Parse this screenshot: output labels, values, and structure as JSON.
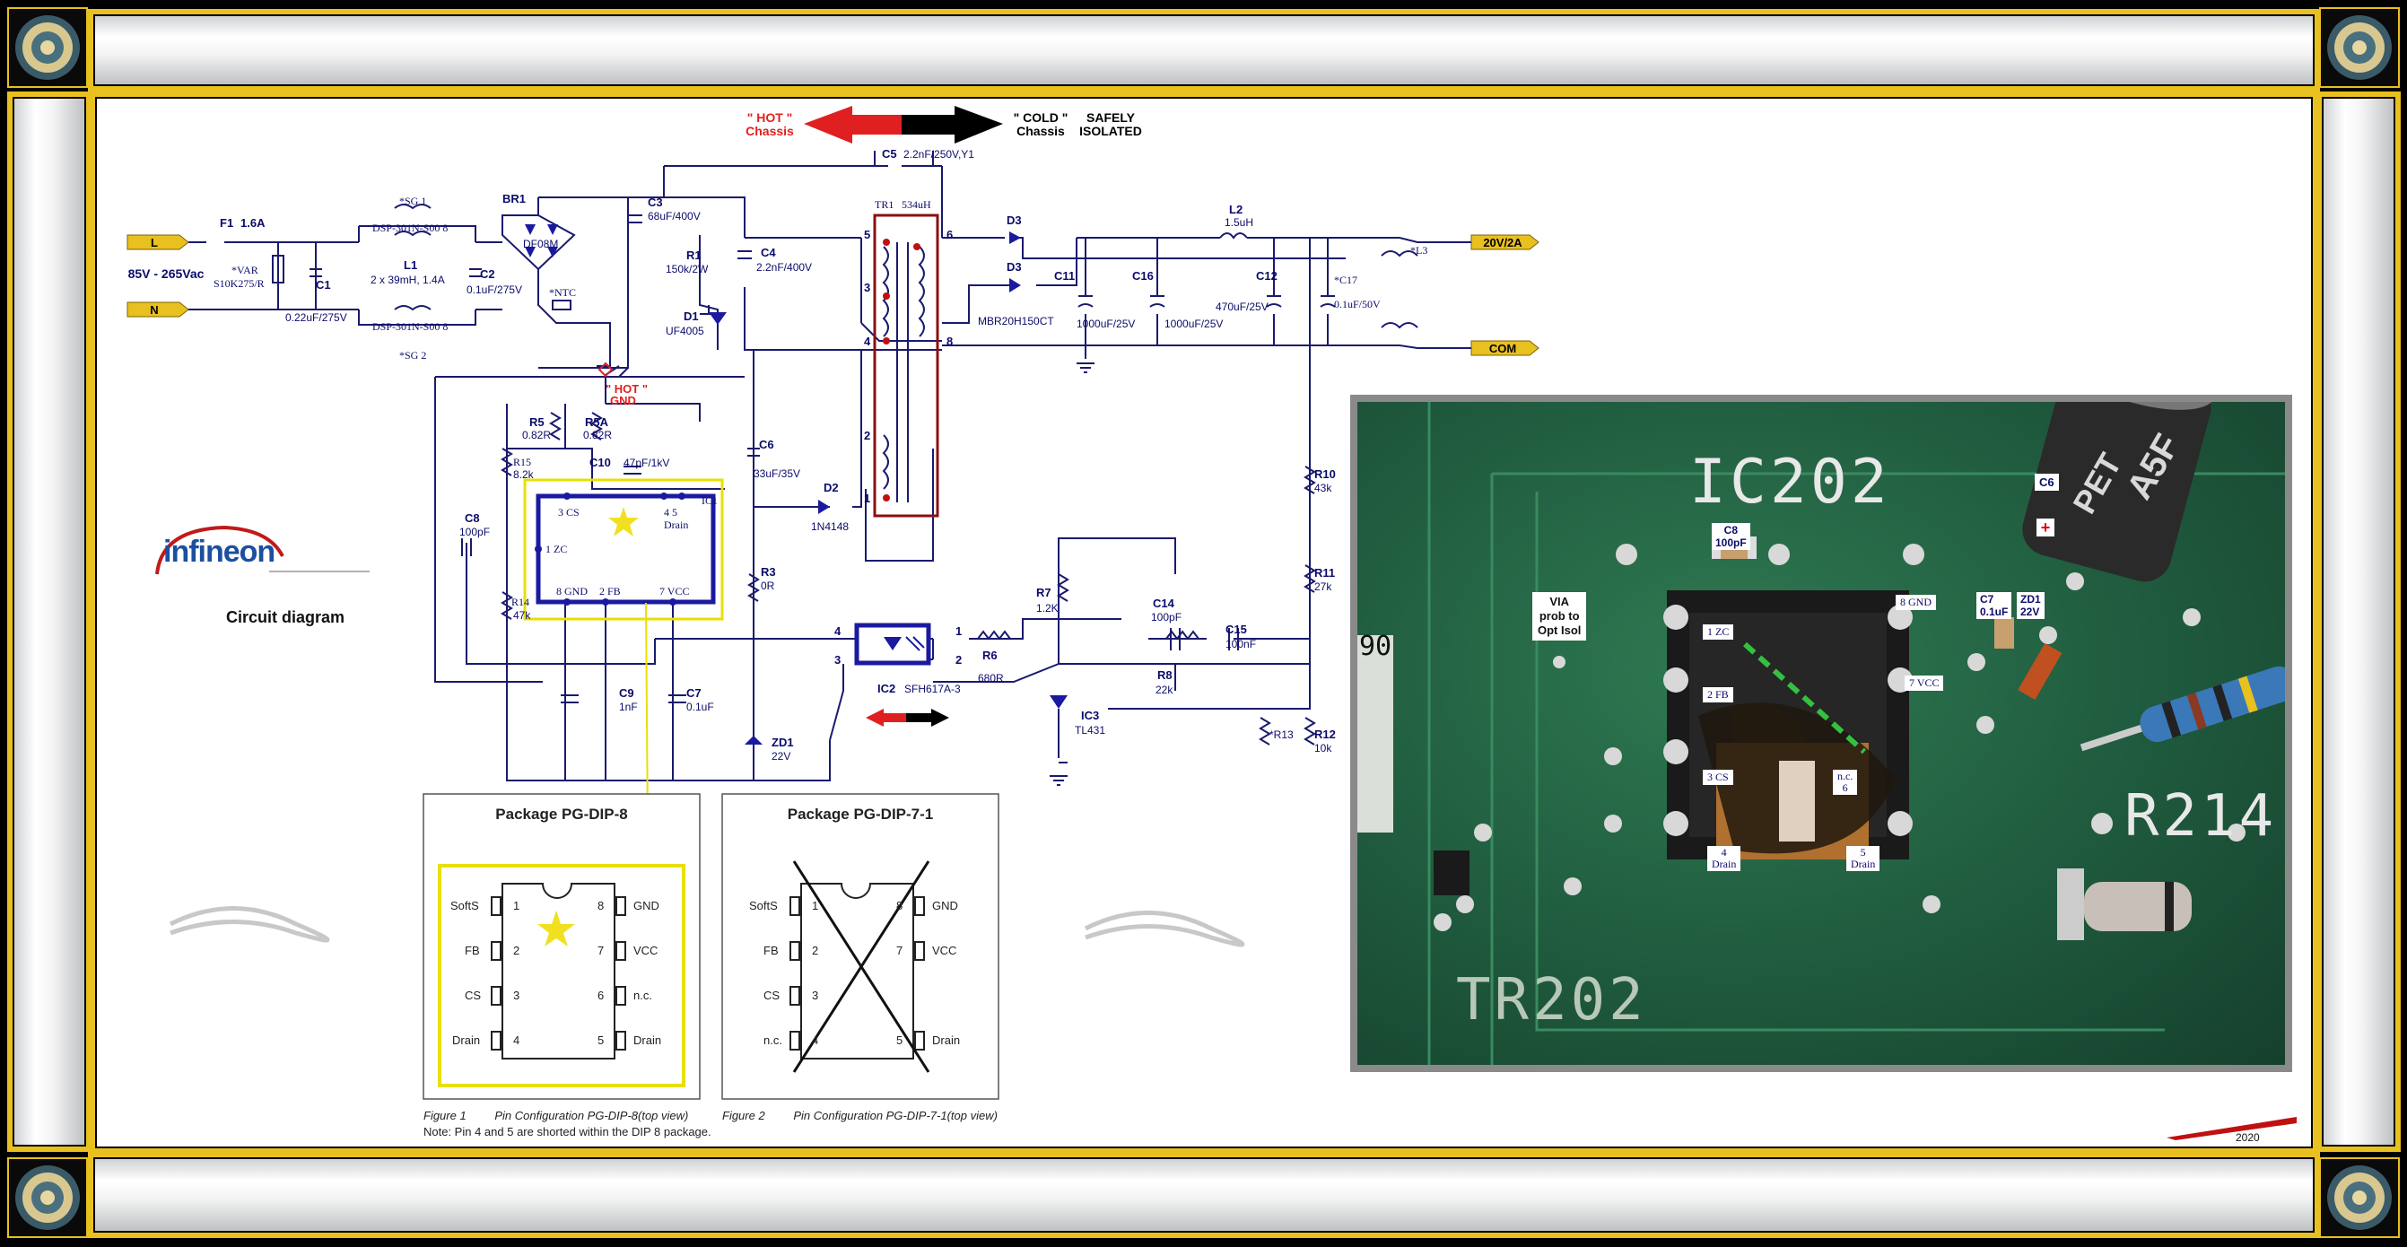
{
  "brand": {
    "logo_text": "infineon",
    "subtitle": "Circuit diagram"
  },
  "header": {
    "hot_chassis": "\" HOT \"\nChassis",
    "cold_chassis": "\" COLD \"\nChassis",
    "isolated": "SAFELY\nISOLATED"
  },
  "input": {
    "voltage": "85V - 265Vac",
    "line": "L",
    "neutral": "N"
  },
  "output": {
    "v": "20V/2A",
    "com": "COM"
  },
  "components": {
    "f1": "F1",
    "f1v": "1.6A",
    "var": "*VAR",
    "var2": "S10K275/R",
    "c1": "C1",
    "c1v": "0.22uF/275V",
    "sg1": "*SG 1",
    "sg2": "*SG 2",
    "dsp1": "DSP-301N-S00 8",
    "dsp2": "DSP-301N-S00 8",
    "l1": "L1",
    "l1v": "2 x 39mH, 1.4A",
    "c2": "C2",
    "c2v": "0.1uF/275V",
    "br1": "BR1",
    "br1v": "DF08M",
    "ntc": "*NTC",
    "c3": "C3",
    "c3v": "68uF/400V",
    "r1": "R1",
    "r1v": "150k/2W",
    "c4": "C4",
    "c4v": "2.2nF/400V",
    "d1": "D1",
    "d1v": "UF4005",
    "hotgnd": "\" HOT \"\nGND",
    "c5": "C5",
    "c5v": "2.2nF/250V,Y1",
    "tr1": "TR1",
    "tr1v": "534uH",
    "d3": "D3",
    "d3b": "D3",
    "d3v": "MBR20H150CT",
    "c11": "C11",
    "c11v": "1000uF/25V",
    "c16": "C16",
    "c16v": "1000uF/25V",
    "l2": "L2",
    "l2v": "1.5uH",
    "c12": "C12",
    "c12v": "470uF/25V",
    "c17": "*C17",
    "c17v": "0.1uF/50V",
    "l3": "*L3",
    "r5": "R5",
    "r5v": "0.82R",
    "r5a": "R5A",
    "r5av": "0.82R",
    "r15": "R15",
    "r15v": "8.2k",
    "c10": "C10",
    "c10v": "47pF/1kV",
    "c6": "C6",
    "c6v": "33uF/35V",
    "d2": "D2",
    "d2v": "1N4148",
    "c8": "C8",
    "c8v": "100pF",
    "ic1": "IC1",
    "pin_cs": "3  CS",
    "pin_drain": "4    5\nDrain",
    "pin_zc": "1  ZC",
    "pin_gnd": "8  GND",
    "pin_fb": "2  FB",
    "pin_vcc": "7  VCC",
    "r14": "R14",
    "r14v": "47k",
    "r3": "R3",
    "r3v": "0R",
    "c9": "C9",
    "c9v": "1nF",
    "c7": "C7",
    "c7v": "0.1uF",
    "zd1": "ZD1",
    "zd1v": "22V",
    "ic2": "IC2",
    "ic2v": "SFH617A-3",
    "r6": "R6",
    "r6v": "680R",
    "r7": "R7",
    "r7v": "1.2K",
    "c14": "C14",
    "c14v": "100pF",
    "r8": "R8",
    "r8v": "22k",
    "c15": "C15",
    "c15v": "100nF",
    "ic3": "IC3",
    "ic3v": "TL431",
    "r10": "R10",
    "r10v": "43k",
    "r11": "R11",
    "r11v": "27k",
    "r12": "R12",
    "r12v": "10k",
    "r13": "*R13",
    "n5": "5",
    "n6": "6",
    "n3": "3",
    "n4": "4",
    "n8": "8",
    "n2": "2",
    "n1": "1",
    "oc4": "4",
    "oc3": "3",
    "oc1": "1",
    "oc2": "2"
  },
  "package1": {
    "title": "Package PG-DIP-8",
    "left_pins": [
      "SoftS",
      "FB",
      "CS",
      "Drain"
    ],
    "left_nums": [
      "1",
      "2",
      "3",
      "4"
    ],
    "right_nums": [
      "8",
      "7",
      "6",
      "5"
    ],
    "right_pins": [
      "GND",
      "VCC",
      "n.c.",
      "Drain"
    ],
    "caption_fig": "Figure 1",
    "caption": "Pin Configuration PG-DIP-8(top view)",
    "note": "Note: Pin 4 and 5 are shorted within the DIP 8 package."
  },
  "package2": {
    "title": "Package PG-DIP-7-1",
    "left_pins": [
      "SoftS",
      "FB",
      "CS",
      "n.c."
    ],
    "left_nums": [
      "1",
      "2",
      "3",
      "4"
    ],
    "right_nums": [
      "8",
      "7",
      "",
      "5"
    ],
    "right_pins": [
      "GND",
      "VCC",
      "",
      "Drain"
    ],
    "caption_fig": "Figure 2",
    "caption": "Pin Configuration PG-DIP-7-1(top view)"
  },
  "photo": {
    "ic_label": "IC202",
    "tr_label": "TR202",
    "r_label": "R214",
    "num_label": "90",
    "c6": "C6",
    "cap_text": "A5F",
    "cap_text2": "PET",
    "c8": "C8\n100pF",
    "c7": "C7\n0.1uF",
    "zd1": "ZD1\n22V",
    "via": "VIA\nprob to\nOpt Isol",
    "p1": "1 ZC",
    "p2": "2 FB",
    "p3": "3 CS",
    "p4": "4\nDrain",
    "p5": "5\nDrain",
    "p6": "n.c.\n6",
    "p7": "7 VCC",
    "p8": "8 GND"
  },
  "signature": {
    "year": "2020"
  },
  "colors": {
    "gold": "#e8c020",
    "wire": "#1a1a6e",
    "hot": "#e02020",
    "pcb": "#1f5a3e",
    "ic_box": "#1a1aa0",
    "transformer": "#8a1010"
  }
}
